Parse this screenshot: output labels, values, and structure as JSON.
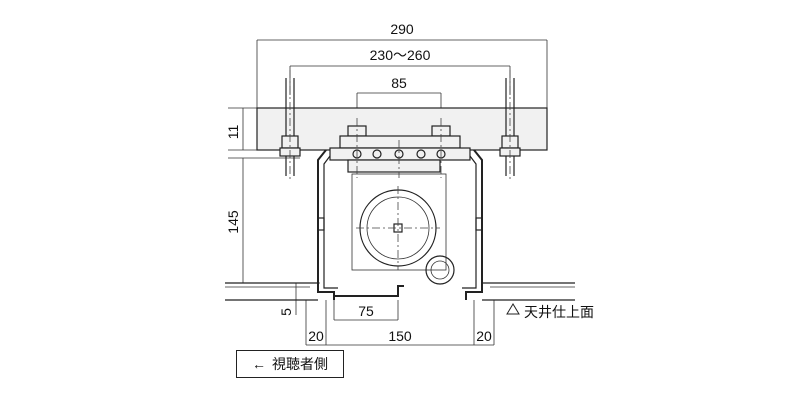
{
  "dimensions": {
    "overall_width": "290",
    "bolt_spacing": "230〜260",
    "inner_bolt_spacing": "85",
    "rail_thickness": "11",
    "height": "145",
    "gap": "5",
    "left_margin": "20",
    "bottom_width": "75",
    "opening_width": "150",
    "right_margin": "20"
  },
  "labels": {
    "ceiling_surface": "天井仕上面",
    "viewer_side": "視聴者側"
  },
  "icons": {
    "viewer_arrow": "arrow-left-icon",
    "ceiling_marker": "triangle-marker-icon"
  }
}
